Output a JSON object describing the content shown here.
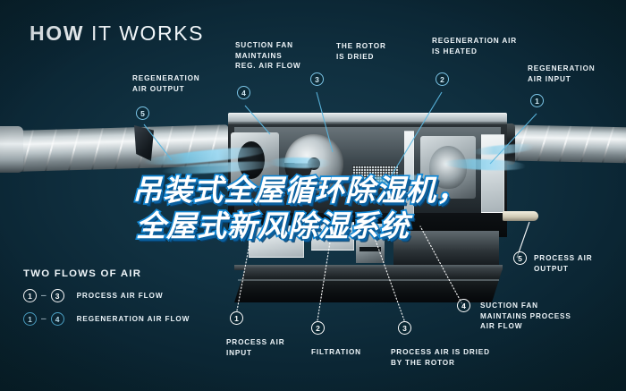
{
  "header": {
    "title_bold": "HOW",
    "title_light": "IT WORKS"
  },
  "headline": {
    "line1": "吊装式全屋循环除湿机，",
    "line2": "全屋式新风除湿系统"
  },
  "colors": {
    "background": "#103040",
    "accent_cyan": "#7cc6e8",
    "headline_outline": "#1287d4",
    "label_text": "#eef5f9",
    "heater_glow": "#ff9b28"
  },
  "callouts_top": [
    {
      "id": "5",
      "number": "5",
      "label": "REGENERATION\nAIR OUTPUT",
      "style": "cyan"
    },
    {
      "id": "4",
      "number": "4",
      "label": "SUCTION FAN\nMAINTAINS\nREG. AIR FLOW",
      "style": "cyan"
    },
    {
      "id": "3",
      "number": "3",
      "label": "THE ROTOR\nIS DRIED",
      "style": "cyan"
    },
    {
      "id": "2",
      "number": "2",
      "label": "REGENERATION AIR\nIS HEATED",
      "style": "cyan"
    },
    {
      "id": "1",
      "number": "1",
      "label": "REGENERATION\nAIR INPUT",
      "style": "cyan"
    }
  ],
  "callouts_bottom": [
    {
      "id": "1",
      "number": "1",
      "label": "PROCESS AIR\nINPUT",
      "style": "white"
    },
    {
      "id": "2",
      "number": "2",
      "label": "FILTRATION",
      "style": "white"
    },
    {
      "id": "3",
      "number": "3",
      "label": "PROCESS AIR IS DRIED\nBY THE ROTOR",
      "style": "white"
    },
    {
      "id": "4",
      "number": "4",
      "label": "SUCTION FAN\nMAINTAINS PROCESS\nAIR FLOW",
      "style": "white"
    },
    {
      "id": "5",
      "number": "5",
      "label": "PROCESS AIR\nOUTPUT",
      "style": "white"
    }
  ],
  "legend": {
    "heading": "TWO FLOWS OF AIR",
    "rows": [
      {
        "from": "1",
        "dash": "–",
        "to": "3",
        "label": "PROCESS AIR FLOW",
        "style": "white"
      },
      {
        "from": "1",
        "dash": "–",
        "to": "4",
        "label": "REGENERATION AIR FLOW",
        "style": "cyan"
      }
    ]
  }
}
